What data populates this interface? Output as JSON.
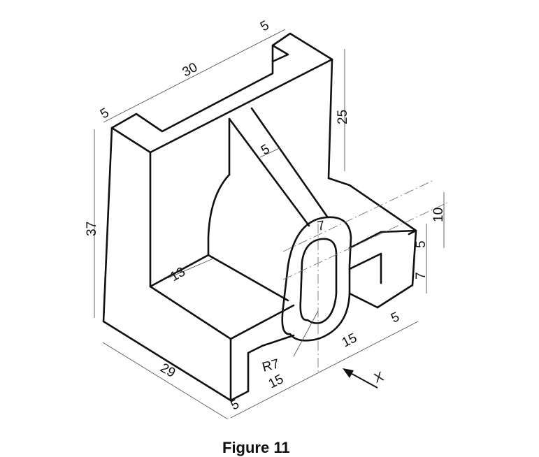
{
  "figure": {
    "caption": "Figure 11",
    "view_arrow_label": "X",
    "dimensions": {
      "top_left_lip": "5",
      "top_length": "30",
      "top_right_lip": "5",
      "back_height": "25",
      "rib_thickness": "5",
      "overall_height": "37",
      "seat_depth": "13",
      "base_depth": "29",
      "slot_width": "7",
      "right_step_top": "10",
      "right_step_mid": "5",
      "right_step_low": "7",
      "right_foot": "5",
      "slot_to_end": "15",
      "slot_radius": "R7",
      "slot_offset": "15",
      "front_foot": "5"
    }
  }
}
